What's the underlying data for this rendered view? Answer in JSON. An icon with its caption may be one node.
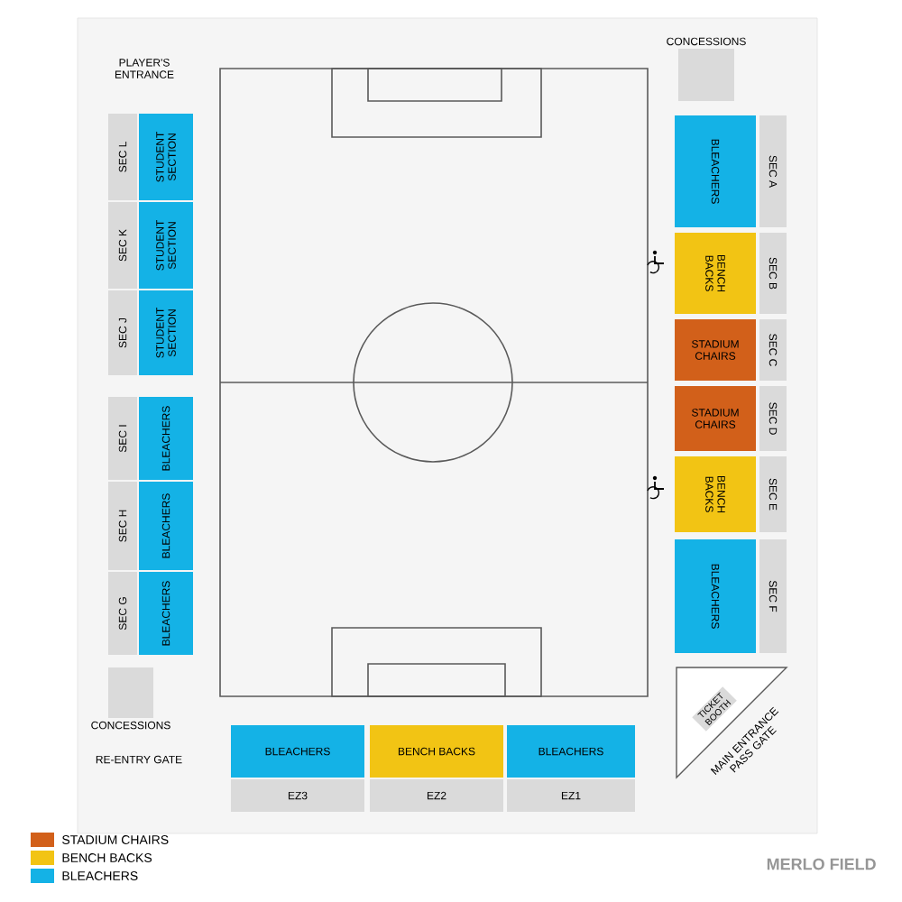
{
  "diagram": {
    "nodes": [
      {
        "text": [
          "CONCESSIONS"
        ]
      },
      {
        "text": [
          "SEC L"
        ]
      },
      {
        "text": [
          "STUDENT SECTION"
        ]
      },
      {
        "text": [
          "SEC K"
        ]
      },
      {
        "text": [
          "STUDENT SECTION"
        ]
      },
      {
        "text": [
          "SEC J"
        ]
      },
      {
        "text": [
          "STUDENT SECTION"
        ]
      },
      {
        "text": [
          "SEC I"
        ]
      },
      {
        "text": [
          "BLEACHERS"
        ]
      },
      {
        "text": [
          "SEC H"
        ]
      },
      {
        "text": [
          "BLEACHERS"
        ]
      },
      {
        "text": [
          "SEC G"
        ]
      },
      {
        "text": [
          "BLEACHERS"
        ]
      },
      {
        "text": [
          "CONCESSIONS"
        ]
      },
      {
        "text": [
          "BLEACHERS"
        ]
      },
      {
        "text": [
          "SEC A"
        ]
      },
      {
        "text": [
          "BENCH BACKS"
        ]
      },
      {
        "text": [
          "SEC B"
        ]
      },
      {
        "text": [
          "STADIUM CHAIRS"
        ]
      },
      {
        "text": [
          "SEC C"
        ]
      },
      {
        "text": [
          "STADIUM CHAIRS"
        ]
      },
      {
        "text": [
          "SEC D"
        ]
      },
      {
        "text": [
          "BENCH BACKS"
        ]
      },
      {
        "text": [
          "SEC E"
        ]
      },
      {
        "text": [
          "BLEACHERS"
        ]
      },
      {
        "text": [
          "SEC F"
        ]
      },
      {
        "text": [
          "MAIN ENTRANCE PASS GATE"
        ]
      },
      {
        "text": [
          "TICKET BOOTH"
        ],
        "in": 26
      },
      {
        "text": [
          "BLEACHERS"
        ]
      },
      {
        "text": [
          "EZ3"
        ]
      },
      {
        "text": [
          "BENCH BACKS"
        ]
      },
      {
        "text": [
          "EZ2"
        ]
      },
      {
        "text": [
          "BLEACHERS"
        ]
      },
      {
        "text": [
          "EZ1"
        ]
      }
    ],
    "labels": [
      "PLAYER'S ENTRANCE",
      "RE-ENTRY GATE",
      "MERLO FIELD"
    ],
    "legend": [
      {
        "text": "STADIUM CHAIRS",
        "color": "#d2601a"
      },
      {
        "text": "BENCH BACKS",
        "color": "#f2c414"
      },
      {
        "text": "BLEACHERS",
        "color": "#14b2e6"
      }
    ]
  }
}
